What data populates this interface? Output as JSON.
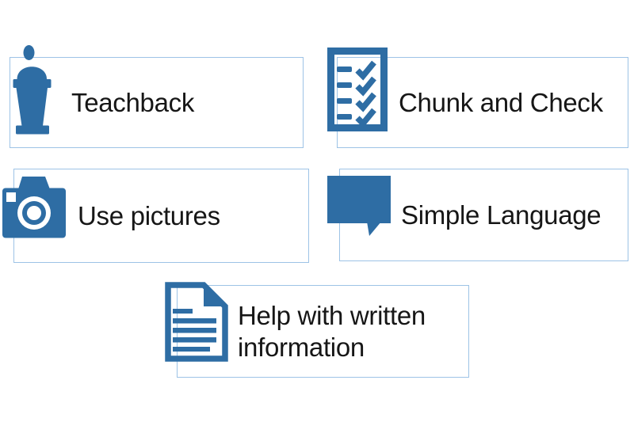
{
  "colors": {
    "icon_blue": "#2E6DA4",
    "box_border": "#9DC3E6",
    "text": "#161616",
    "background": "#FFFFFF"
  },
  "boxes": [
    {
      "label": "Teachback",
      "icon": "podium-speaker-icon"
    },
    {
      "label": "Chunk and Check",
      "icon": "checklist-icon"
    },
    {
      "label": "Use pictures",
      "icon": "camera-icon"
    },
    {
      "label": "Simple Language",
      "icon": "speech-bubble-icon"
    },
    {
      "label": "Help with written information",
      "icon": "document-icon"
    }
  ]
}
